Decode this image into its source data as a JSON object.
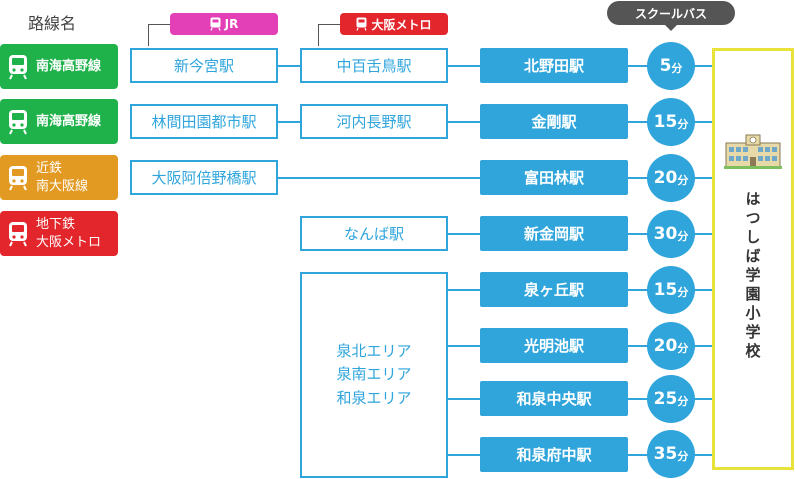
{
  "legend_title": "路線名",
  "lines": [
    {
      "label": [
        "南海高野線"
      ],
      "color": "#1fb24a"
    },
    {
      "label": [
        "南海高野線"
      ],
      "color": "#1fb24a"
    },
    {
      "label": [
        "近鉄",
        "南大阪線"
      ],
      "color": "#e39a22"
    },
    {
      "label": [
        "地下鉄",
        "大阪メトロ"
      ],
      "color": "#e2262c"
    }
  ],
  "tags": {
    "jr": {
      "label": "JR",
      "color": "#e340b8"
    },
    "metro": {
      "label": "大阪メトロ",
      "color": "#e2262c"
    },
    "school_bus": "スクールバス"
  },
  "stations_col1": [
    "新今宮駅",
    "林間田園都市駅",
    "大阪阿倍野橋駅"
  ],
  "stations_col2": [
    "中百舌鳥駅",
    "河内長野駅",
    "なんば駅"
  ],
  "areas": [
    "泉北エリア",
    "泉南エリア",
    "和泉エリア"
  ],
  "stops": [
    {
      "name": "北野田駅",
      "minutes": "5",
      "unit": "分"
    },
    {
      "name": "金剛駅",
      "minutes": "15",
      "unit": "分"
    },
    {
      "name": "富田林駅",
      "minutes": "20",
      "unit": "分"
    },
    {
      "name": "新金岡駅",
      "minutes": "30",
      "unit": "分"
    },
    {
      "name": "泉ヶ丘駅",
      "minutes": "15",
      "unit": "分"
    },
    {
      "name": "光明池駅",
      "minutes": "20",
      "unit": "分"
    },
    {
      "name": "和泉中央駅",
      "minutes": "25",
      "unit": "分"
    },
    {
      "name": "和泉府中駅",
      "minutes": "35",
      "unit": "分"
    }
  ],
  "school": {
    "name": "はつしば学園小学校",
    "icon": "school-building-icon"
  },
  "accent": "#2fa5dc"
}
